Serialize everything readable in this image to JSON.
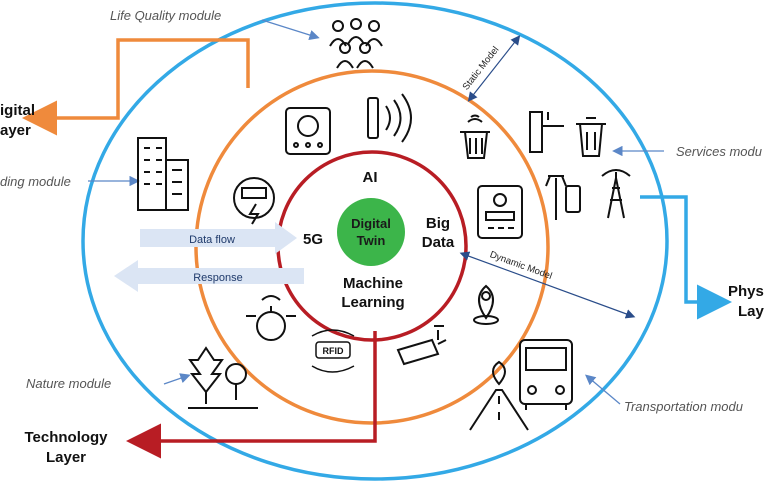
{
  "core": {
    "center": "Digital Twin",
    "center_line1": "Digital",
    "center_line2": "Twin",
    "ai": "AI",
    "big_data_line1": "Big",
    "big_data_line2": "Data",
    "five_g": "5G",
    "ml_line1": "Machine",
    "ml_line2": "Learning"
  },
  "flows": {
    "data_flow": "Data flow",
    "response": "Response"
  },
  "models": {
    "static": "Static Model",
    "dynamic": "Dynamic Model"
  },
  "modules": {
    "life_quality": "Life Quality module",
    "building": "ding module",
    "services": "Services modu",
    "nature": "Nature module",
    "transportation": "Transportation modu"
  },
  "layers": {
    "digital_line1": "igital",
    "digital_line2": "ayer",
    "physical_line1": "Phys",
    "physical_line2": "Lay",
    "technology_line1": "Technology",
    "technology_line2": "Layer"
  },
  "badges": {
    "rfid": "RFID"
  },
  "colors": {
    "outer_ring": "#33a9e6",
    "middle_ring": "#ef8a3c",
    "inner_ring": "#b81d24",
    "center_fill": "#3cb54a",
    "flow_fill": "#dbe5f4",
    "pointer": "#5b87c7"
  }
}
